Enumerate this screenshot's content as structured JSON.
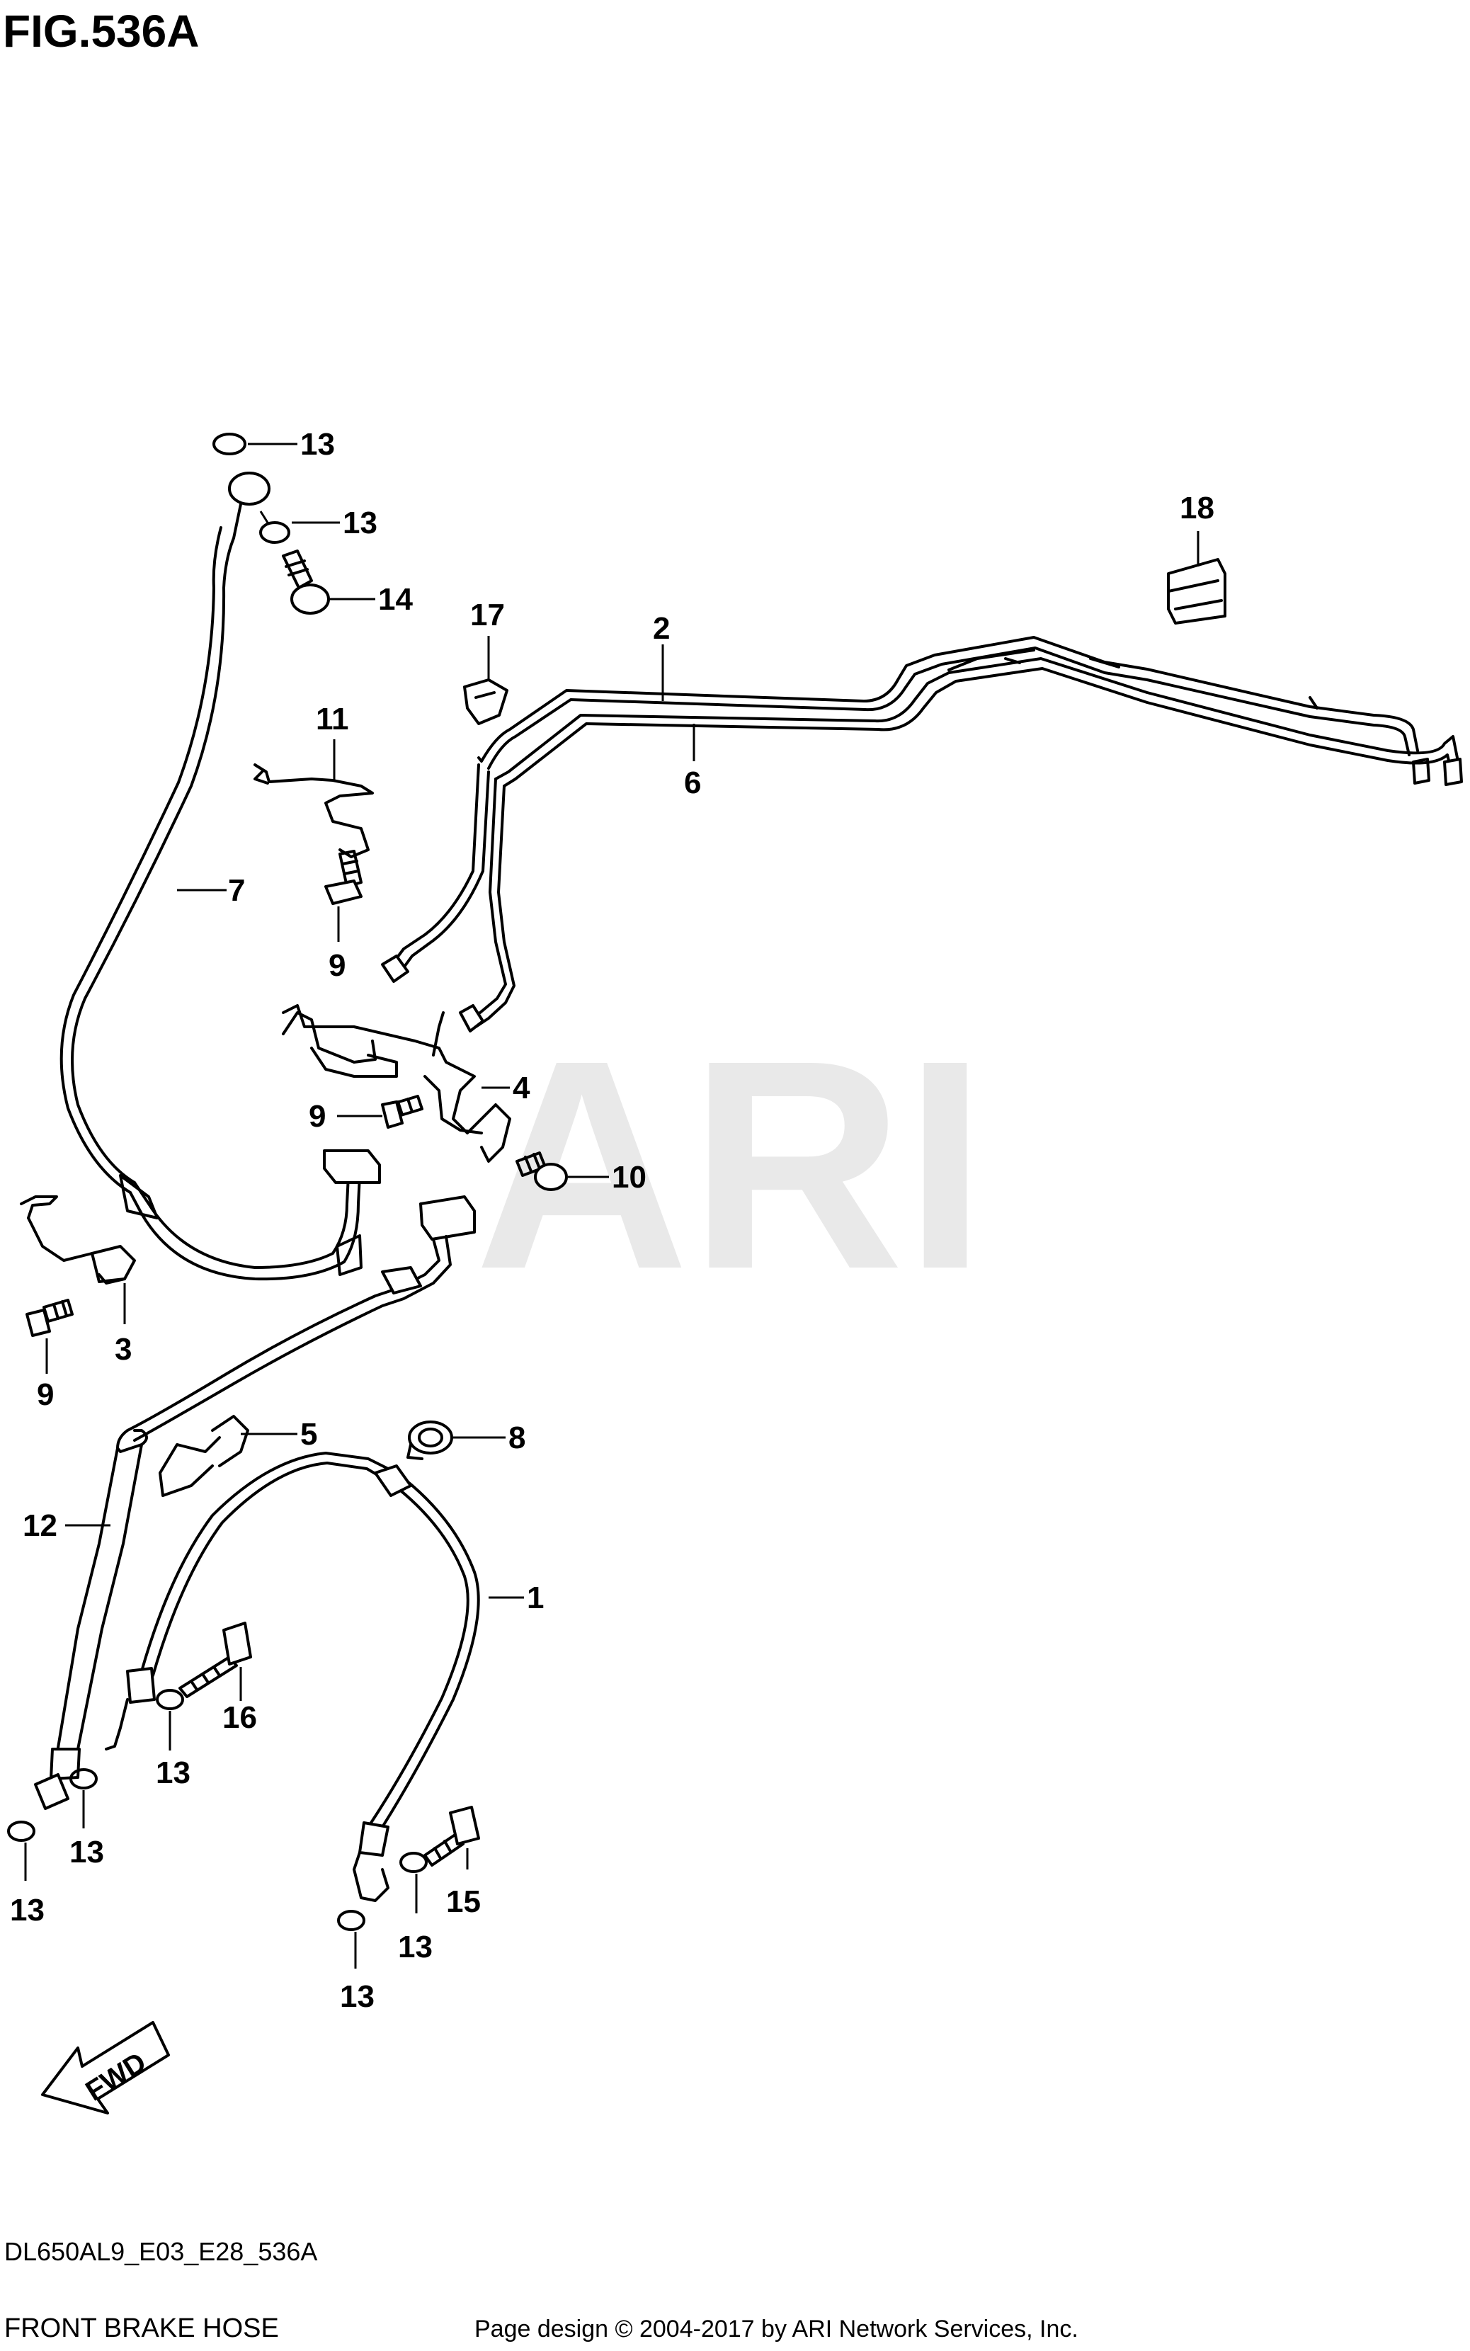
{
  "figure": {
    "title": "FIG.536A",
    "model_code": "DL650AL9_E03_E28_536A",
    "caption": "FRONT BRAKE HOSE",
    "copyright": "Page design © 2004-2017 by ARI Network Services, Inc.",
    "watermark": "ARI",
    "direction_label": "FWD"
  },
  "callouts": [
    {
      "id": "c-13a",
      "label": "13"
    },
    {
      "id": "c-13b",
      "label": "13"
    },
    {
      "id": "c-14",
      "label": "14"
    },
    {
      "id": "c-18",
      "label": "18"
    },
    {
      "id": "c-17",
      "label": "17"
    },
    {
      "id": "c-2",
      "label": "2"
    },
    {
      "id": "c-6",
      "label": "6"
    },
    {
      "id": "c-11",
      "label": "11"
    },
    {
      "id": "c-7",
      "label": "7"
    },
    {
      "id": "c-9a",
      "label": "9"
    },
    {
      "id": "c-4",
      "label": "4"
    },
    {
      "id": "c-9b",
      "label": "9"
    },
    {
      "id": "c-10",
      "label": "10"
    },
    {
      "id": "c-3",
      "label": "3"
    },
    {
      "id": "c-9c",
      "label": "9"
    },
    {
      "id": "c-5",
      "label": "5"
    },
    {
      "id": "c-8",
      "label": "8"
    },
    {
      "id": "c-12",
      "label": "12"
    },
    {
      "id": "c-1",
      "label": "1"
    },
    {
      "id": "c-16",
      "label": "16"
    },
    {
      "id": "c-13c",
      "label": "13"
    },
    {
      "id": "c-13d",
      "label": "13"
    },
    {
      "id": "c-13e",
      "label": "13"
    },
    {
      "id": "c-15",
      "label": "15"
    },
    {
      "id": "c-13f",
      "label": "13"
    },
    {
      "id": "c-13g",
      "label": "13"
    }
  ]
}
